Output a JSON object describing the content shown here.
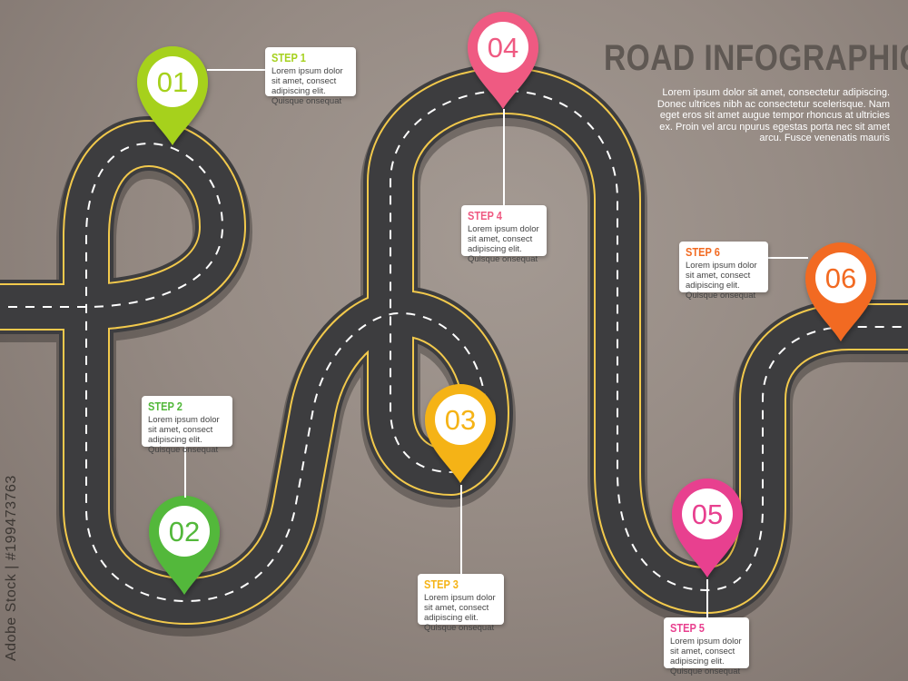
{
  "title": "ROAD INFOGRAPHICS",
  "description": "Lorem ipsum dolor sit amet, consectetur adipiscing. Donec ultrices nibh ac consectetur scelerisque. Nam eget eros sit amet augue tempor rhoncus at ultricies ex. Proin vel arcu npurus egestas porta nec sit amet arcu. Fusce venenatis mauris",
  "watermark": "Adobe Stock | #199473763",
  "colors": {
    "road": "#3d3d3f",
    "road_edge": "#f2c94c",
    "lane_mark": "#ffffff"
  },
  "pins": [
    {
      "number": "01",
      "color": "#a6d11f",
      "icon": "map-pin-icon"
    },
    {
      "number": "02",
      "color": "#52b83a",
      "icon": "map-pin-icon"
    },
    {
      "number": "03",
      "color": "#f5b316",
      "icon": "map-pin-icon"
    },
    {
      "number": "04",
      "color": "#ef5a82",
      "icon": "map-pin-icon"
    },
    {
      "number": "05",
      "color": "#e8408f",
      "icon": "map-pin-icon"
    },
    {
      "number": "06",
      "color": "#f26a21",
      "icon": "map-pin-icon"
    }
  ],
  "steps": [
    {
      "label": "STEP 1",
      "text": "Lorem ipsum dolor sit amet, consect adipiscing elit. Quisque onsequat",
      "color": "#a6d11f"
    },
    {
      "label": "STEP 2",
      "text": "Lorem ipsum dolor sit amet, consect adipiscing elit. Quisque onsequat",
      "color": "#52b83a"
    },
    {
      "label": "STEP 3",
      "text": "Lorem ipsum dolor sit amet, consect adipiscing elit. Quisque onsequat",
      "color": "#f5b316"
    },
    {
      "label": "STEP 4",
      "text": "Lorem ipsum dolor sit amet, consect adipiscing elit. Quisque onsequat",
      "color": "#ef5a82"
    },
    {
      "label": "STEP 5",
      "text": "Lorem ipsum dolor sit amet, consect adipiscing elit. Quisque onsequat",
      "color": "#e8408f"
    },
    {
      "label": "STEP 6",
      "text": "Lorem ipsum dolor sit amet, consect adipiscing elit. Quisque onsequat",
      "color": "#f26a21"
    }
  ]
}
